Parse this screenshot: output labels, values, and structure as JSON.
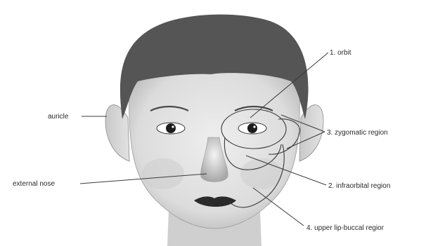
{
  "labels": {
    "orbit": "1. orbit",
    "zygomatic": "3. zygomatic region",
    "infraorbital": "2. infraorbital region",
    "upper_lip_buccal": "4. upper lip-buccal regior",
    "auricle": "auricle",
    "external_nose": "external nose"
  },
  "colors": {
    "hair": "#555555",
    "skin": "#e4e4e4",
    "shade": "#bdbdbd",
    "lips": "#2a2a2a",
    "line": "#3a3a3a"
  }
}
